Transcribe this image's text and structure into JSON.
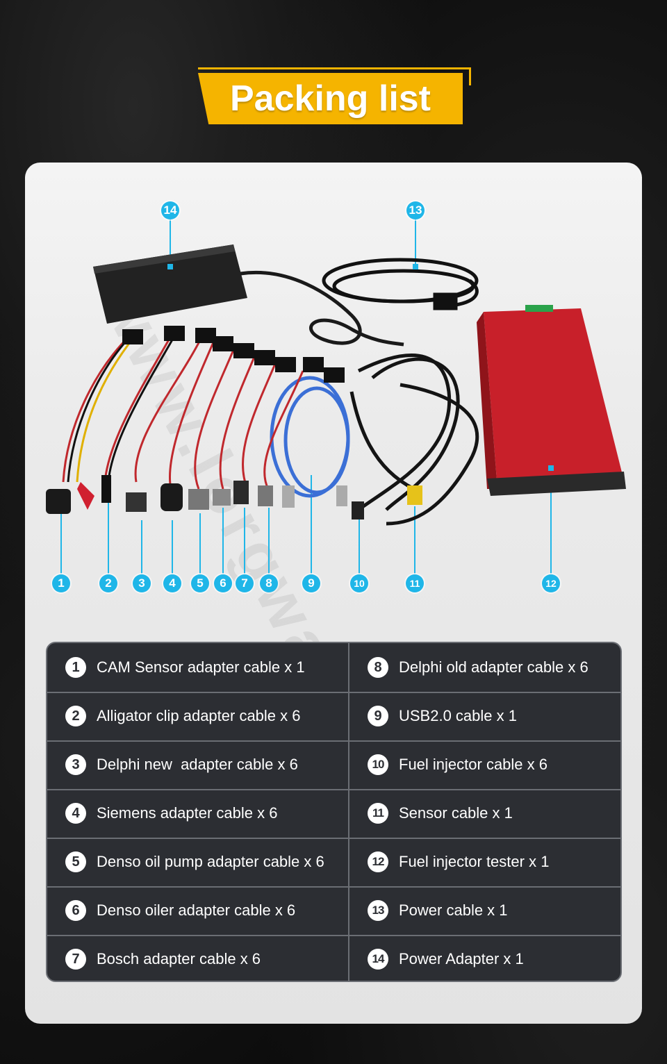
{
  "title": "Packing list",
  "watermark": "www.lorgwave.com",
  "callouts": [
    "1",
    "2",
    "3",
    "4",
    "5",
    "6",
    "7",
    "8",
    "9",
    "10",
    "11",
    "12",
    "13",
    "14"
  ],
  "items_left": [
    {
      "num": "1",
      "label": "CAM Sensor adapter cable x 1"
    },
    {
      "num": "2",
      "label": "Alligator clip adapter cable x 6"
    },
    {
      "num": "3",
      "label": "Delphi new  adapter cable x 6"
    },
    {
      "num": "4",
      "label": "Siemens adapter cable x 6"
    },
    {
      "num": "5",
      "label": "Denso oil pump adapter cable x 6"
    },
    {
      "num": "6",
      "label": "Denso oiler adapter cable x 6"
    },
    {
      "num": "7",
      "label": "Bosch adapter cable x 6"
    }
  ],
  "items_right": [
    {
      "num": "8",
      "label": "Delphi old adapter cable x 6"
    },
    {
      "num": "9",
      "label": "USB2.0 cable x 1"
    },
    {
      "num": "10",
      "label": "Fuel injector cable x 6"
    },
    {
      "num": "11",
      "label": "Sensor cable x 1"
    },
    {
      "num": "12",
      "label": "Fuel injector tester x 1"
    },
    {
      "num": "13",
      "label": "Power cable x 1"
    },
    {
      "num": "14",
      "label": "Power Adapter x 1"
    }
  ],
  "colors": {
    "accent": "#f5b400",
    "callout": "#1fb6e8",
    "device": "#c8202a",
    "table_bg": "#2c2e33"
  }
}
